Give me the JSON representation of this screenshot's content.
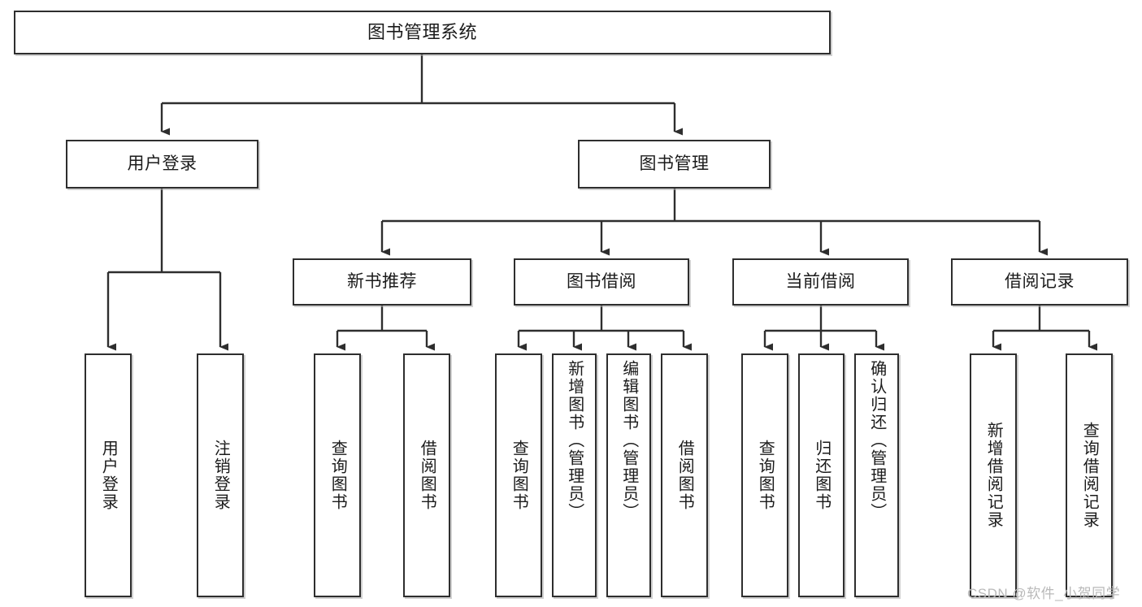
{
  "diagram": {
    "title": "图书管理系统",
    "type": "tree-structure-diagram",
    "colors": {
      "node_border": "#2e2e2e",
      "node_fill": "#ffffff",
      "edge": "#2e2e2e",
      "text": "#1b1b1b",
      "watermark": "#b9b9b9",
      "background": "#ffffff"
    },
    "root": {
      "label": "图书管理系统"
    },
    "level2": [
      {
        "label": "用户登录"
      },
      {
        "label": "图书管理"
      }
    ],
    "level3": [
      {
        "label": "新书推荐"
      },
      {
        "label": "图书借阅"
      },
      {
        "label": "当前借阅"
      },
      {
        "label": "借阅记录"
      }
    ],
    "leaves": {
      "user_login": [
        {
          "label": "用户登录"
        },
        {
          "label": "注销登录"
        }
      ],
      "new_book_recommend": [
        {
          "label": "查询图书"
        },
        {
          "label": "借阅图书"
        }
      ],
      "book_borrow": [
        {
          "label": "查询图书"
        },
        {
          "label": "新增图书（管理员）"
        },
        {
          "label": "编辑图书（管理员）"
        },
        {
          "label": "借阅图书"
        }
      ],
      "current_borrow": [
        {
          "label": "查询图书"
        },
        {
          "label": "归还图书"
        },
        {
          "label": "确认归还（管理员）"
        }
      ],
      "borrow_record": [
        {
          "label": "新增借阅记录"
        },
        {
          "label": "查询借阅记录"
        }
      ]
    },
    "watermark": "CSDN @软件_小贺同学"
  }
}
